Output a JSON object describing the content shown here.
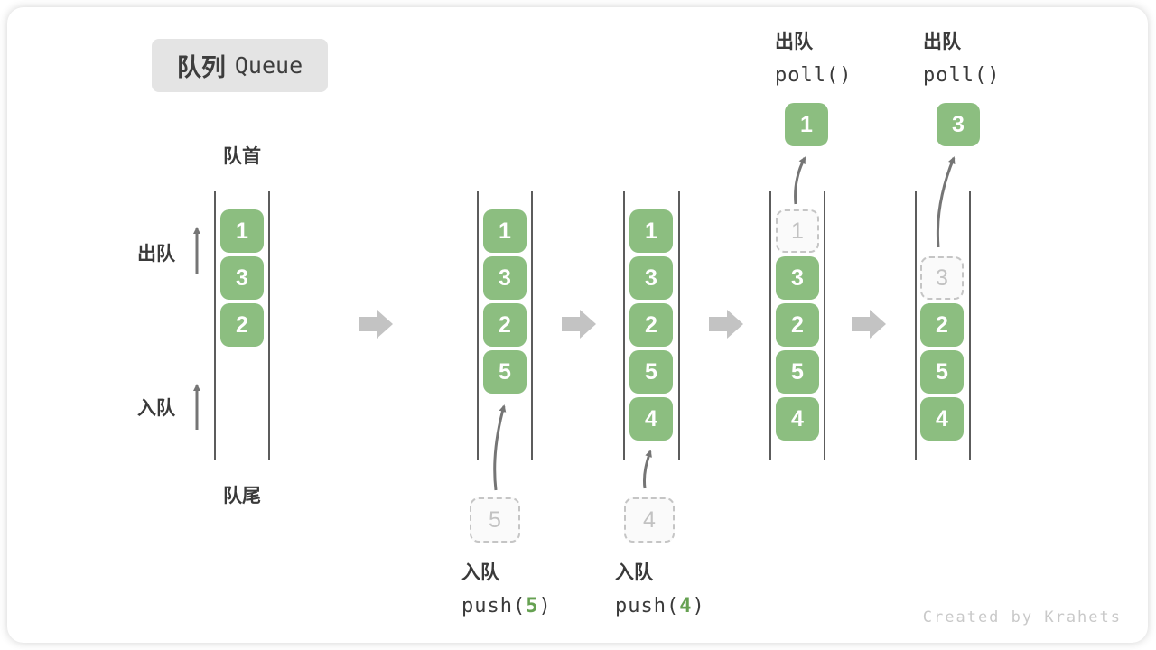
{
  "title": {
    "zh": "队列",
    "en": "Queue"
  },
  "side_labels": {
    "front": "队首",
    "rear": "队尾",
    "dequeue": "出队",
    "enqueue": "入队"
  },
  "columns": [
    {
      "boxes": [
        "1",
        "3",
        "2"
      ]
    },
    {
      "boxes": [
        "1",
        "3",
        "2",
        "5"
      ],
      "incoming": "5"
    },
    {
      "boxes": [
        "1",
        "3",
        "2",
        "5",
        "4"
      ],
      "incoming": "4"
    },
    {
      "boxes": [
        "3",
        "2",
        "5",
        "4"
      ],
      "removed": "1",
      "popped": "1"
    },
    {
      "boxes": [
        "2",
        "5",
        "4"
      ],
      "removed": "3",
      "popped": "3"
    }
  ],
  "operations": {
    "enqueue1": {
      "label": "入队",
      "pre": "push(",
      "arg": "5",
      "post": ")"
    },
    "enqueue2": {
      "label": "入队",
      "pre": "push(",
      "arg": "4",
      "post": ")"
    },
    "dequeue1": {
      "label": "出队",
      "code": "poll()"
    },
    "dequeue2": {
      "label": "出队",
      "code": "poll()"
    }
  },
  "watermark": "Created by Krahets",
  "colors": {
    "box_green": "#8cbe80",
    "arg_green": "#66a152",
    "flow_arrow": "#c3c3c3",
    "line_arrow": "#757575"
  }
}
